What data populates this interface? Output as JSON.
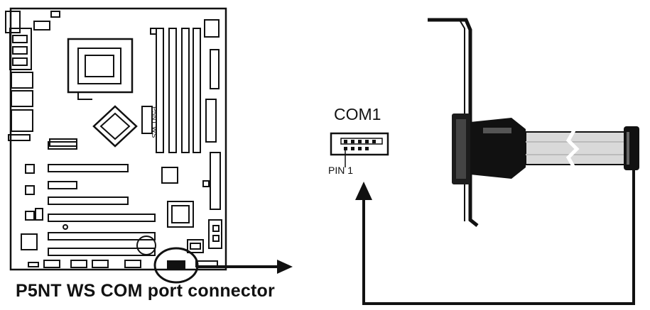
{
  "diagram": {
    "caption": "P5NT WS COM port connector",
    "connector_label": "COM1",
    "pin_label": "PIN 1",
    "board_label": "P5NT WS",
    "colors": {
      "ink": "#111111",
      "background": "#ffffff",
      "cable": "#d9d9d9"
    }
  }
}
